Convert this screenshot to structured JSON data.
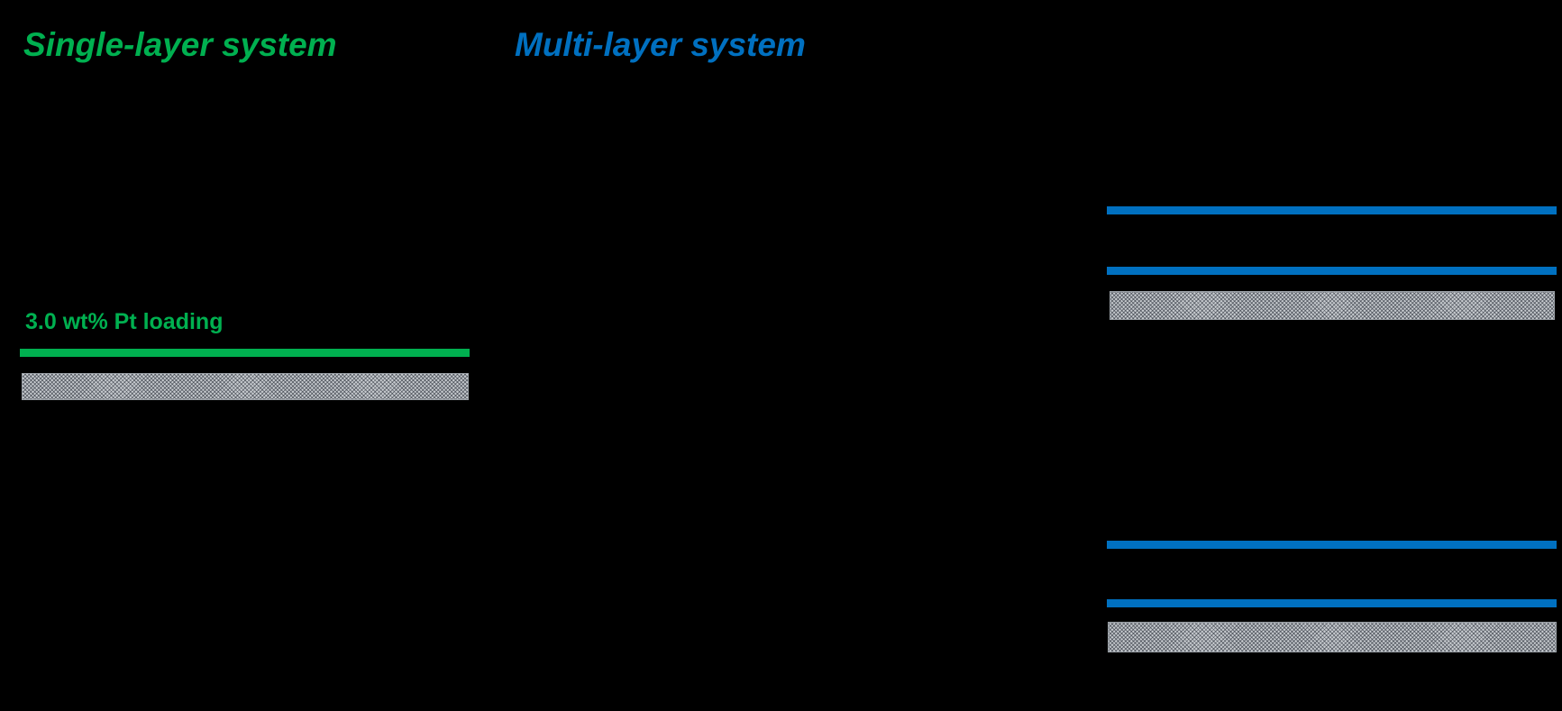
{
  "single_layer": {
    "title": "Single-layer system",
    "loading_label": "3.0 wt% Pt loading"
  },
  "multi_layer": {
    "title": "Multi-layer system"
  },
  "colors": {
    "background": "#000000",
    "single_layer_accent": "#00B050",
    "multi_layer_accent": "#0070C0",
    "substrate_fill": "#c8ccd0"
  }
}
